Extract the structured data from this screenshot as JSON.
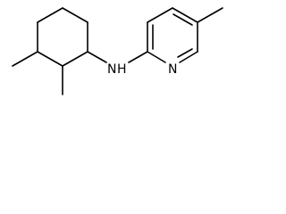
{
  "molecule": {
    "atoms": {
      "amine_nitrogen": "N",
      "amine_hydrogen": "H",
      "pyridine_nitrogen": "N"
    }
  },
  "colors": {
    "bond": "#000000",
    "label": "#000000",
    "background": "#ffffff"
  }
}
